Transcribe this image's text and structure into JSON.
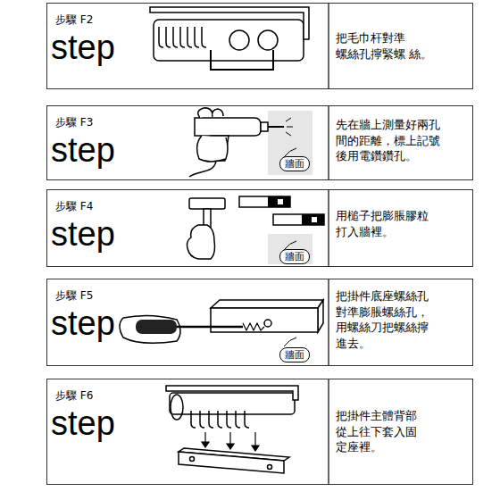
{
  "diagram": {
    "nodes": [
      {
        "text": [
          "步驟 F2",
          "step",
          "把毛巾杆對準 螺絲孔擰緊螺 絲。"
        ]
      },
      {
        "text": [
          "步驟 F3",
          "step",
          "先在牆上測量好兩孔 間的距離，標上記號 後用電鑽鑽孔。"
        ]
      },
      {
        "text": [
          "牆面"
        ],
        "in": 1
      },
      {
        "text": [
          "步驟 F4",
          "step",
          "用槌子把膨脹膠粒 打入牆裡。"
        ]
      },
      {
        "text": [
          "牆面"
        ],
        "in": 3
      },
      {
        "text": [
          "步驟 F5",
          "step",
          "把掛件底座螺絲孔 對準膨脹螺絲孔， 用螺絲刀把螺絲擰 進去。"
        ]
      },
      {
        "text": [
          "牆面"
        ],
        "in": 5
      },
      {
        "text": [
          "步驟 F6",
          "step",
          "把掛件主體背部 從上往下套入固 定座裡。"
        ]
      }
    ]
  }
}
